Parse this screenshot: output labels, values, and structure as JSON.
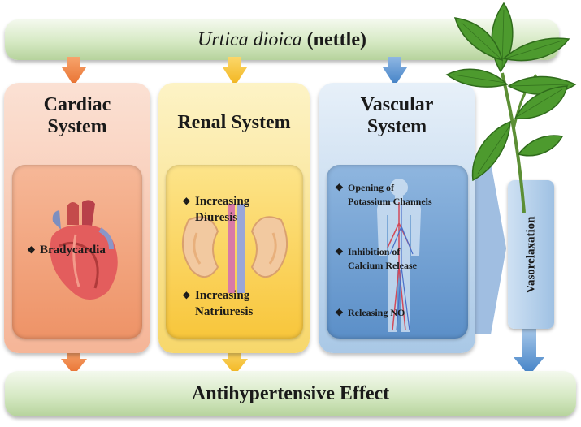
{
  "top_banner": {
    "species": "Urtica dioica",
    "common": "(nettle)"
  },
  "panels": {
    "cardiac": {
      "title_line1": "Cardiac",
      "title_line2": "System",
      "bullets": [
        "Bradycardia"
      ]
    },
    "renal": {
      "title": "Renal System",
      "bullets": [
        [
          "Increasing",
          "Diuresis"
        ],
        [
          "Increasing",
          "Natriuresis"
        ]
      ]
    },
    "vascular": {
      "title_line1": "Vascular",
      "title_line2": "System",
      "bullets": [
        [
          "Opening of",
          "Potassium Channels"
        ],
        [
          "Inhibition of",
          "Calcium Release"
        ],
        [
          "Releasing NO"
        ]
      ]
    }
  },
  "vasorelaxation": "Vasorelaxation",
  "bottom_banner": "Antihypertensive Effect",
  "bullet_mark": "❖",
  "colors": {
    "arrow_cardiac": "#e8702f",
    "arrow_renal": "#f2b41c",
    "arrow_vascular": "#3f7fc5",
    "leaf": "#4d9a2e",
    "leaf_dark": "#2f6b1b"
  },
  "icons": [
    "heart-illustration",
    "kidney-illustration",
    "human-vascular-illustration",
    "nettle-plant-illustration"
  ]
}
